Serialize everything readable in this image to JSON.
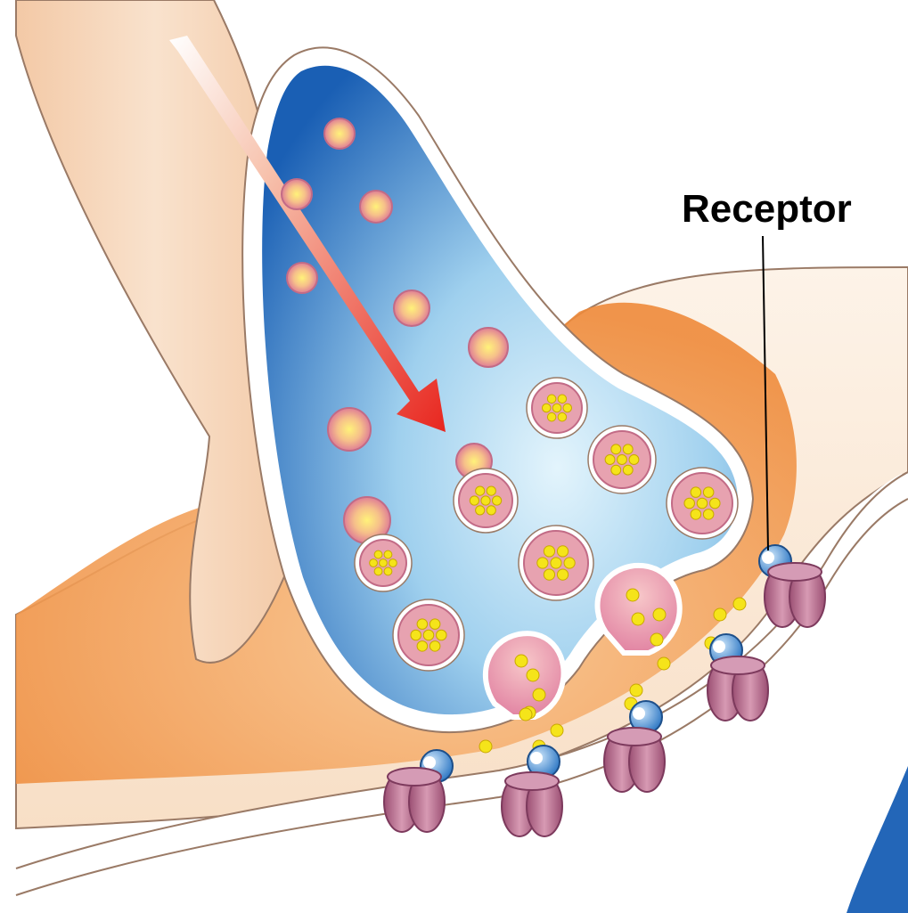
{
  "diagram": {
    "labels": {
      "receptor": "Receptor"
    },
    "colors": {
      "terminal_blue_dark": "#1a5fb4",
      "terminal_blue_light": "#cfe9f7",
      "cleft_orange": "#f2a25c",
      "neuron_skin": "#f6d5b5",
      "vesicle_pink": "#e38ea3",
      "neurotransmitter_yellow": "#f5e41a",
      "receptor_blue": "#2f78c4",
      "channel_mauve": "#b9708f",
      "arrow_red": "#e8261f"
    },
    "icons": [
      "signal-arrow",
      "synaptic-vesicle",
      "neurotransmitter-molecule",
      "receptor",
      "ion-channel"
    ]
  }
}
